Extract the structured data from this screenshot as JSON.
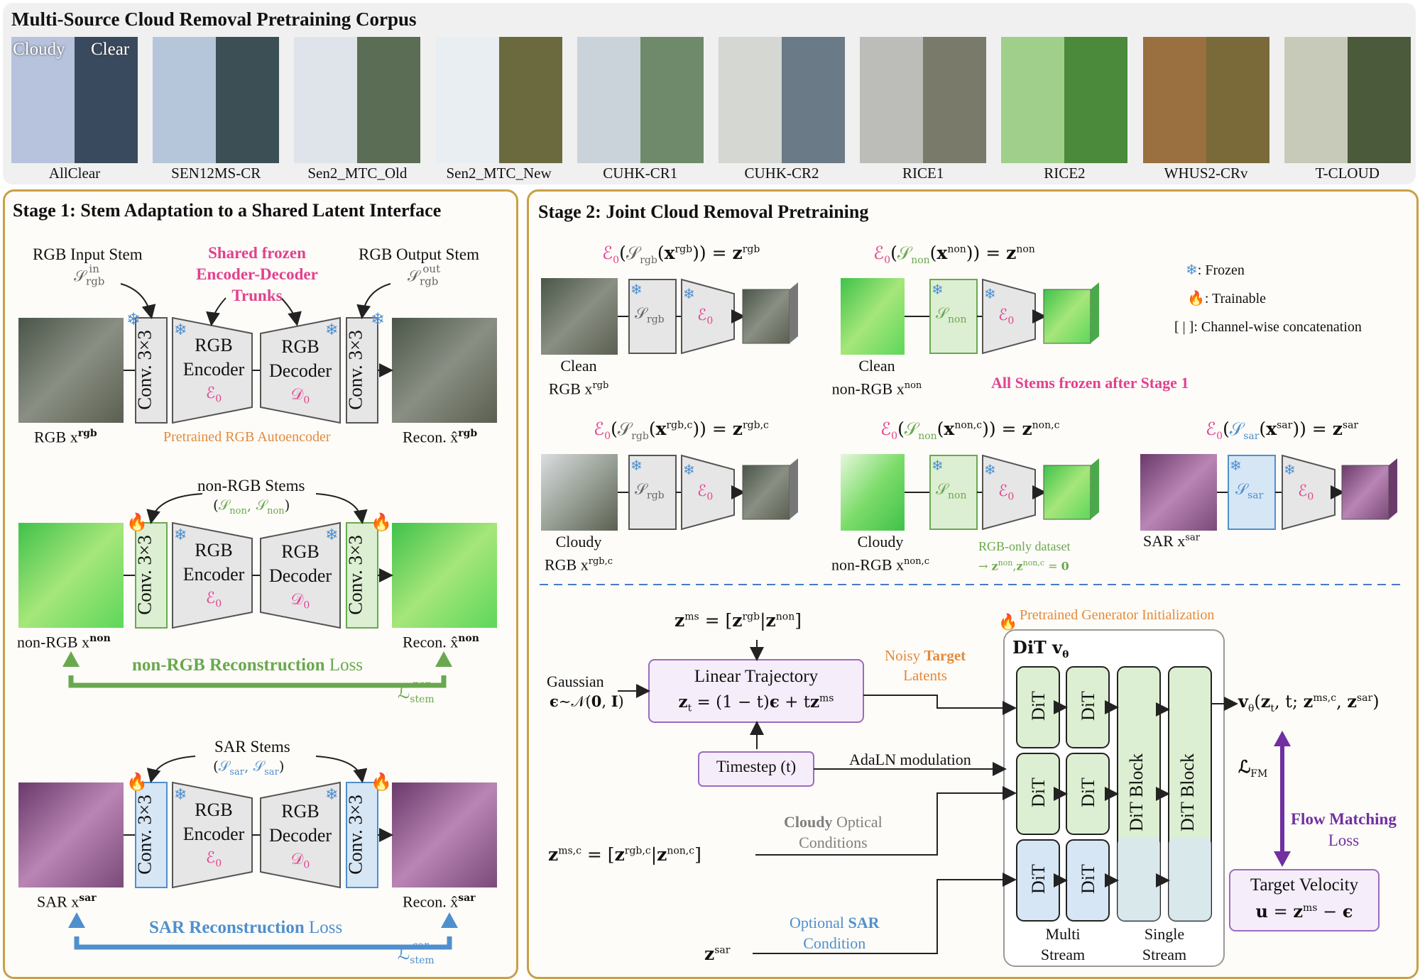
{
  "corpus": {
    "title": "Multi-Source Cloud Removal Pretraining Corpus",
    "cloudy_label": "Cloudy",
    "clear_label": "Clear",
    "datasets": [
      "AllClear",
      "SEN12MS-CR",
      "Sen2_MTC_Old",
      "Sen2_MTC_New",
      "CUHK-CR1",
      "CUHK-CR2",
      "RICE1",
      "RICE2",
      "WHUS2-CRv",
      "T-CLOUD"
    ]
  },
  "stage1": {
    "title": "Stage 1: Stem Adaptation to a Shared Latent Interface",
    "rgb_input_stem": "RGB Input Stem",
    "rgb_output_stem": "RGB Output Stem",
    "shared_trunks": [
      "Shared frozen",
      "Encoder-Decoder",
      "Trunks"
    ],
    "conv": "Conv. 3×3",
    "encoder": [
      "RGB",
      "Encoder"
    ],
    "decoder": [
      "RGB",
      "Decoder"
    ],
    "pretrained_ae": "Pretrained RGB Autoencoder",
    "rgb_in": "RGB x",
    "rgb_in_sup": "rgb",
    "rgb_recon": "Recon. x̂",
    "nonrgb_stems": "non-RGB Stems",
    "nonrgb_in": "non-RGB x",
    "nonrgb_sup": "non",
    "nonrgb_loss_a": "non-RGB Reconstruction",
    "nonrgb_loss_b": "Loss",
    "sar_stems": "SAR Stems",
    "sar_in": "SAR x",
    "sar_sup": "sar",
    "sar_loss_a": "SAR Reconstruction",
    "sar_loss_b": "Loss",
    "stem_sub": "stem"
  },
  "stage2": {
    "title": "Stage 2: Joint Cloud Removal Pretraining",
    "legend": {
      "frozen": ": Frozen",
      "trainable": ": Trainable",
      "concat": "[ | ]: Channel-wise concatenation"
    },
    "all_frozen": "All Stems frozen after Stage 1",
    "clean_rgb": [
      "Clean",
      "RGB x"
    ],
    "clean_nonrgb": [
      "Clean",
      "non-RGB x"
    ],
    "cloudy_rgb": [
      "Cloudy",
      "RGB x"
    ],
    "cloudy_nonrgb": [
      "Cloudy",
      "non-RGB x"
    ],
    "sar": "SAR x",
    "rgb_only": [
      "RGB-only dataset"
    ],
    "pretrained_gen": "Pretrained Generator Initialization",
    "gaussian": "Gaussian",
    "linear_traj": "Linear Trajectory",
    "timestep": "Timestep (t)",
    "adaln": "AdaLN modulation",
    "noisy_a": "Noisy",
    "noisy_b": "Target",
    "noisy_c": "Latents",
    "cloudy_opt_a": "Cloudy",
    "cloudy_opt_b": "Optical",
    "cloudy_opt_c": "Conditions",
    "opt_sar_a": "Optional",
    "opt_sar_b": "SAR",
    "opt_sar_c": "Condition",
    "dit_title": "DiT",
    "dit": "DiT",
    "dit_block": "DiT Block",
    "multi_stream": [
      "Multi",
      "Stream"
    ],
    "single_stream": [
      "Single",
      "Stream"
    ],
    "flow_a": "Flow Matching",
    "flow_b": "Loss",
    "target_velocity": "Target Velocity"
  },
  "colors": {
    "pink": "#e3418f",
    "orange": "#e48a3b",
    "green": "#6aa84f",
    "blue": "#4f8fce",
    "purple": "#7030a0",
    "gold_border": "#c8a045"
  }
}
